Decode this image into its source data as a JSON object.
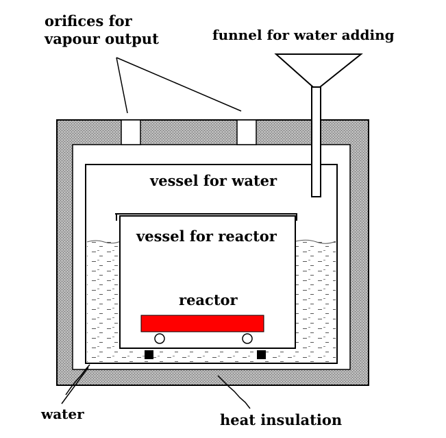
{
  "labels": {
    "orifices_line1": "orifices for",
    "orifices_line2": "vapour output",
    "funnel": "funnel for water adding",
    "vessel_water": "vessel  for water",
    "vessel_reactor": "vessel  for reactor",
    "reactor": "reactor",
    "water": "water",
    "heat_insulation": "heat insulation"
  },
  "colors": {
    "insulation": "#a9a9a9",
    "reactor": "#ff0000",
    "outline": "#000000",
    "background": "#ffffff"
  }
}
